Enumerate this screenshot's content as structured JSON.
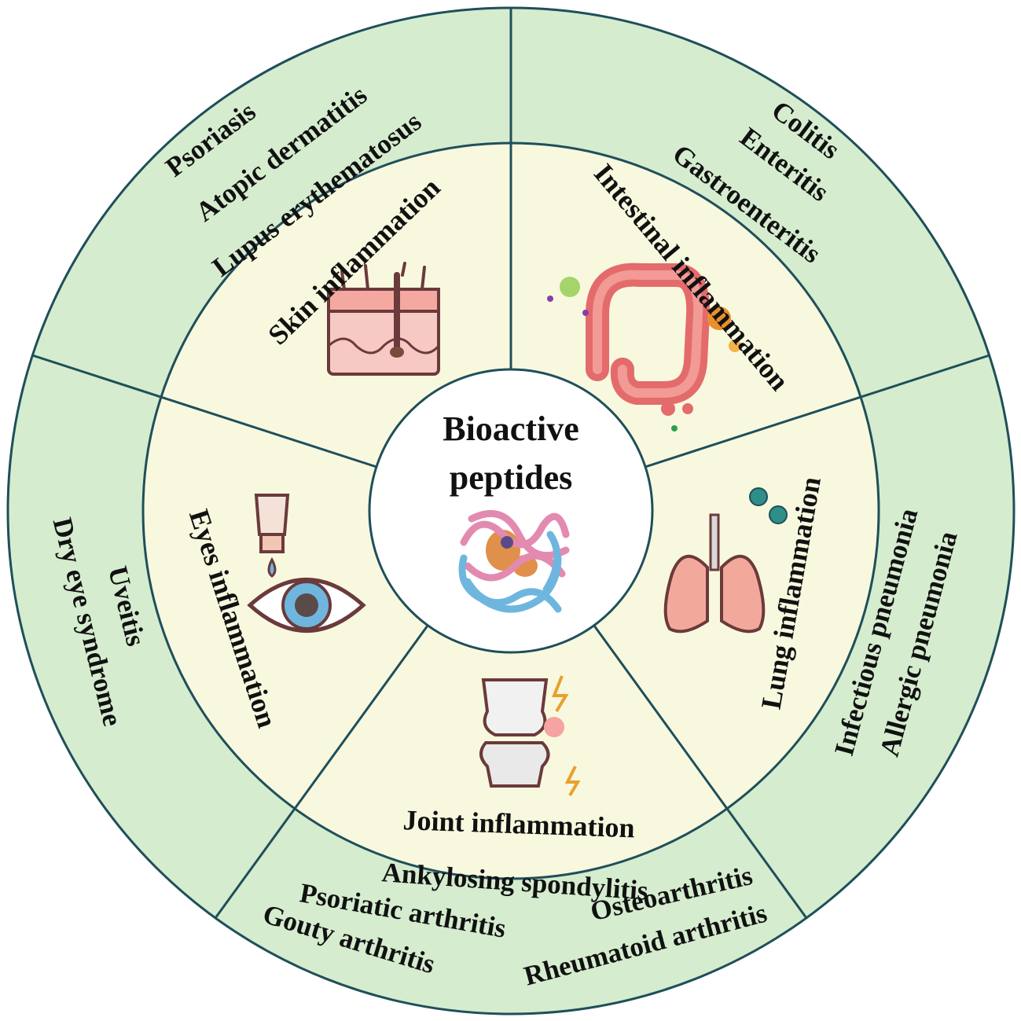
{
  "center": {
    "line1": "Bioactive",
    "line2": "peptides",
    "icon": "protein-structure-icon"
  },
  "colors": {
    "outer_ring": "#d5eccf",
    "inner_ring": "#f8f8df",
    "center_fill": "#ffffff",
    "divider": "#1f4f5a"
  },
  "sectors": {
    "skin": {
      "title": "Skin inflammation",
      "icon": "skin-layers-icon",
      "diseases": [
        "Psoriasis",
        "Atopic dermatitis",
        "Lupus erythematosus"
      ]
    },
    "intestinal": {
      "title": "Intestinal inflammation",
      "icon": "intestine-icon",
      "diseases": [
        "Colitis",
        "Enteritis",
        "Gastroenteritis"
      ]
    },
    "lung": {
      "title": "Lung inflammation",
      "icon": "lungs-icon",
      "diseases": [
        "Infectious pneumonia",
        "Allergic pneumonia"
      ]
    },
    "joint": {
      "title": "Joint inflammation",
      "icon": "knee-joint-icon",
      "diseases": [
        "Ankylosing spondylitis",
        "Psoriatic arthritis",
        "Osteoarthritis",
        "Gouty arthritis",
        "Rheumatoid arthritis"
      ]
    },
    "eyes": {
      "title": "Eyes inflammation",
      "icon": "eye-drop-icon",
      "diseases": [
        "Uveitis",
        "Dry eye syndrome"
      ]
    }
  }
}
